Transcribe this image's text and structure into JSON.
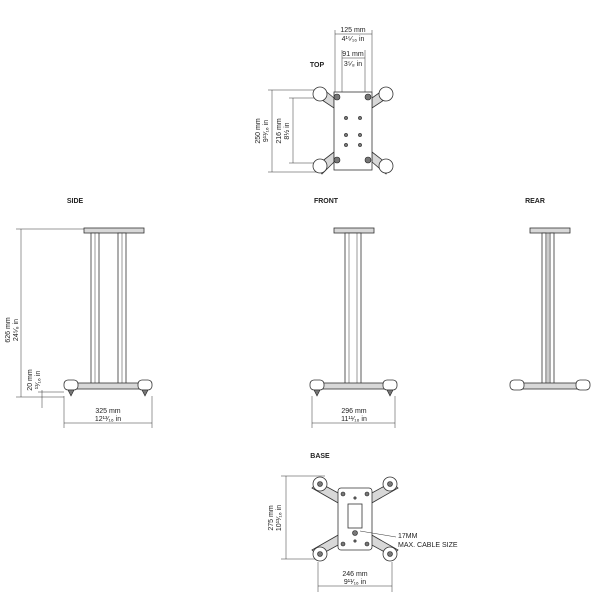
{
  "views": {
    "top": "TOP",
    "side": "SIDE",
    "front": "FRONT",
    "rear": "REAR",
    "base": "BASE"
  },
  "top": {
    "dim_outer_mm": "125 mm",
    "dim_outer_in": "4¹⁵⁄₁₆ in",
    "dim_inner_mm": "91 mm",
    "dim_inner_in": "3⁵⁄₈ in",
    "dim_depth_mm": "250 mm",
    "dim_depth_in": "9¹³⁄₁₆ in",
    "dim_plate_mm": "216 mm",
    "dim_plate_in": "8½ in"
  },
  "side": {
    "height_mm": "626 mm",
    "height_in": "24⁵⁄₈ in",
    "foot_mm": "20 mm",
    "foot_in": "¹³⁄₁₆ in",
    "width_mm": "325 mm",
    "width_in": "12¹³⁄₁₆ in"
  },
  "front": {
    "width_mm": "296 mm",
    "width_in": "11¹¹⁄₁₆ in"
  },
  "base": {
    "depth_mm": "275 mm",
    "depth_in": "10¹³⁄₁₆ in",
    "width_mm": "246 mm",
    "width_in": "9¹¹⁄₁₆ in",
    "cable_note_1": "17MM",
    "cable_note_2": "MAX. CABLE SIZE"
  }
}
